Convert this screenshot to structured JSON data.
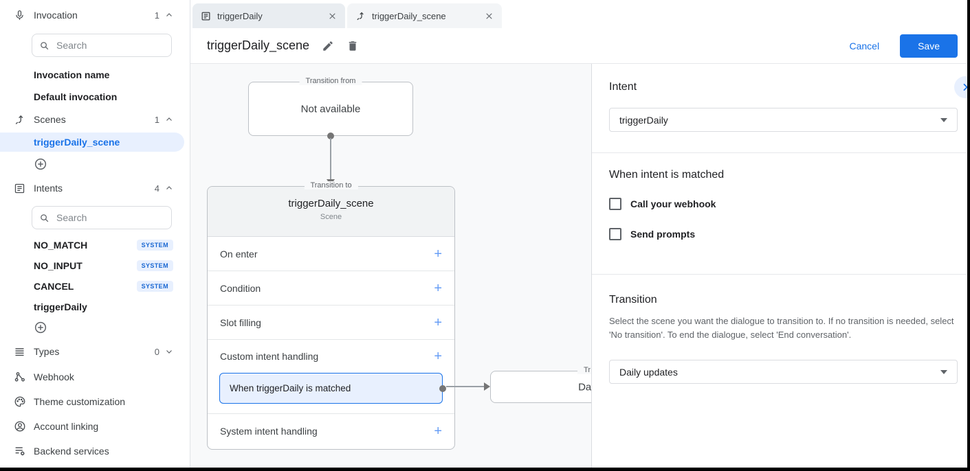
{
  "colors": {
    "accent": "#1a73e8",
    "chip_bg": "#e8f0fe",
    "badge_text": "#1967d2",
    "canvas_bg": "#f8f9fa"
  },
  "sidebar": {
    "invocation": {
      "label": "Invocation",
      "count": "1",
      "search_placeholder": "Search",
      "items": [
        {
          "label": "Invocation name"
        },
        {
          "label": "Default invocation"
        }
      ]
    },
    "scenes": {
      "label": "Scenes",
      "count": "1",
      "selected_item": "triggerDaily_scene"
    },
    "intents": {
      "label": "Intents",
      "count": "4",
      "search_placeholder": "Search",
      "items": [
        {
          "name": "NO_MATCH",
          "badge": "SYSTEM"
        },
        {
          "name": "NO_INPUT",
          "badge": "SYSTEM"
        },
        {
          "name": "CANCEL",
          "badge": "SYSTEM"
        },
        {
          "name": "triggerDaily",
          "badge": ""
        }
      ]
    },
    "types": {
      "label": "Types",
      "count": "0"
    },
    "nav": [
      {
        "label": "Webhook"
      },
      {
        "label": "Theme customization"
      },
      {
        "label": "Account linking"
      },
      {
        "label": "Backend services"
      }
    ]
  },
  "tabs": [
    {
      "label": "triggerDaily"
    },
    {
      "label": "triggerDaily_scene"
    }
  ],
  "header": {
    "title": "triggerDaily_scene",
    "cancel_label": "Cancel",
    "save_label": "Save"
  },
  "canvas": {
    "from_box": {
      "legend": "Transition from",
      "content": "Not available"
    },
    "scene_box": {
      "legend": "Transition to",
      "title": "triggerDaily_scene",
      "subtitle": "Scene",
      "plus_label": "+",
      "rows": [
        "On enter",
        "Condition",
        "Slot filling",
        "Custom intent handling"
      ],
      "chip": "When triggerDaily is matched",
      "last_row": "System intent handling"
    },
    "clipped_box": {
      "legend": "Tr",
      "content": "Dail"
    }
  },
  "panel": {
    "intent": {
      "heading": "Intent",
      "value": "triggerDaily"
    },
    "matched": {
      "heading": "When intent is matched",
      "checkboxes": [
        "Call your webhook",
        "Send prompts"
      ]
    },
    "transition": {
      "heading": "Transition",
      "description": "Select the scene you want the dialogue to transition to. If no transition is needed, select 'No transition'. To end the dialogue, select 'End conversation'.",
      "value": "Daily updates"
    }
  }
}
